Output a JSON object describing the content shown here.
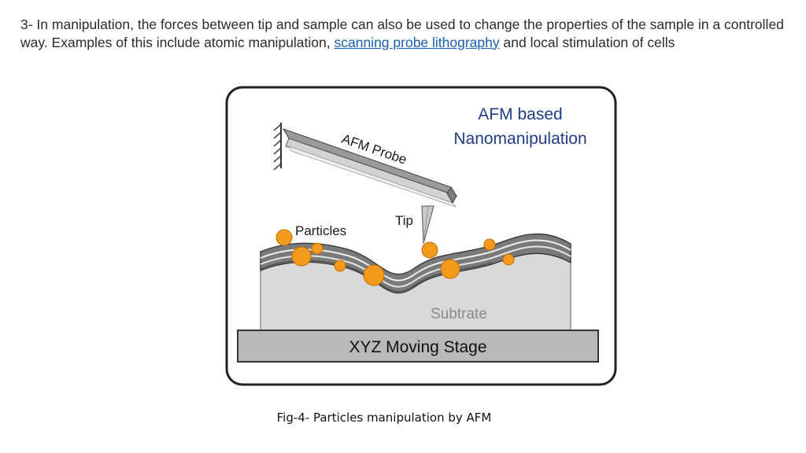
{
  "paragraph": {
    "text_before": "3- In manipulation, the forces between tip and sample can also be used to change the properties of the sample in a controlled way. Examples of this include atomic manipulation, ",
    "link_text": "scanning probe lithography",
    "text_after": " and local stimulation of cells"
  },
  "figure": {
    "title_line1": "AFM based",
    "title_line2": "Nanomanipulation",
    "probe_label": "AFM Probe",
    "tip_label": "Tip",
    "particles_label": "Particles",
    "substrate_label": "Subtrate",
    "stage_label": "XYZ Moving Stage"
  },
  "caption": "Fig-4- Particles manipulation by AFM",
  "colors": {
    "title_blue": "#1f3c88",
    "particle_orange": "#f39a1c",
    "link_blue": "#1a5fb4"
  }
}
